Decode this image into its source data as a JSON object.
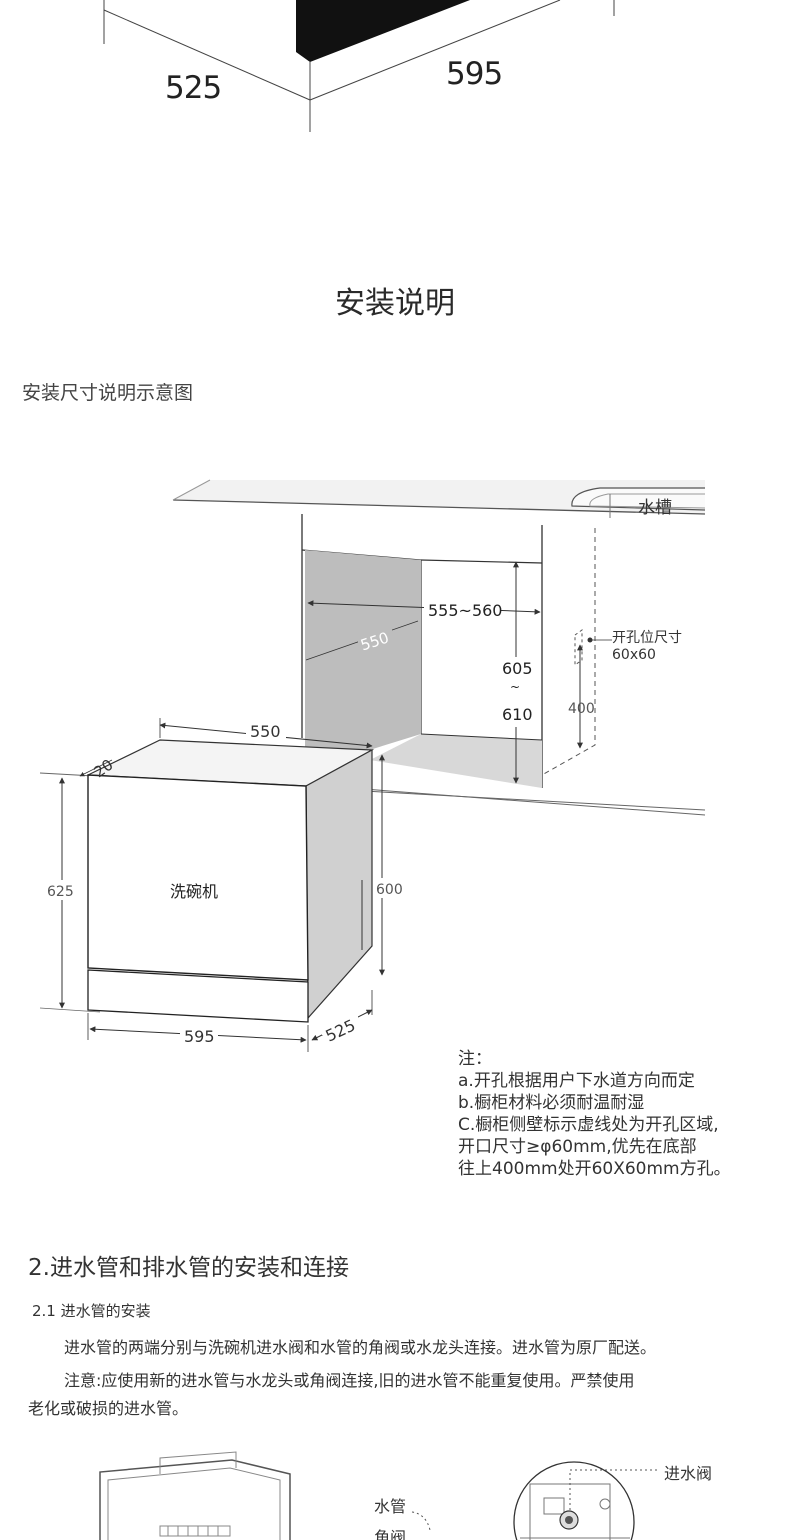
{
  "top_dimensions": {
    "depth": "525",
    "width": "595"
  },
  "section_title": "安装说明",
  "figure_caption": "安装尺寸说明示意图",
  "diagram": {
    "sink_label": "水槽",
    "opening_width": "555~560",
    "opening_depth": "550",
    "opening_height_top": "605",
    "opening_height_sep": "~",
    "opening_height_bottom": "610",
    "hole_label_line1": "开孔位尺寸",
    "hole_label_line2": "60x60",
    "hole_height": "400",
    "appliance_depth": "550",
    "door_offset": "20",
    "total_height": "625",
    "appliance_label": "洗碗机",
    "body_height": "600",
    "appliance_width": "595",
    "base_depth": "525"
  },
  "notes": [
    "注：",
    "a.开孔根据用户下水道方向而定",
    "b.橱柜材料必须耐温耐湿",
    "C.橱柜侧壁标示虚线处为开孔区域,",
    "开口尺寸≥φ60mm,优先在底部",
    "往上400mm处开60X60mm方孔。"
  ],
  "section2_title": "2.进水管和排水管的安装和连接",
  "section21_title": "2.1 进水管的安装",
  "paragraphs": [
    "进水管的两端分别与洗碗机进水阀和水管的角阀或水龙头连接。进水管为原厂配送。",
    "注意:应使用新的进水管与水龙头或角阀连接,旧的进水管不能重复使用。严禁使用",
    "老化或破损的进水管。"
  ],
  "bottom_labels": {
    "water_pipe": "水管",
    "angle_valve": "角阀",
    "inlet_valve": "进水阀"
  }
}
